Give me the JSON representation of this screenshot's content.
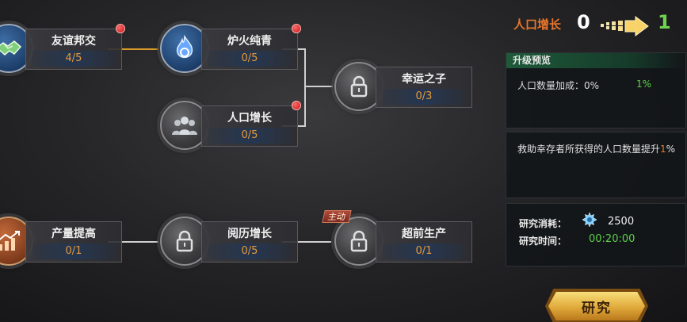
{
  "tree": {
    "nodes": [
      {
        "id": "friendship",
        "name": "友谊邦交",
        "level": "4/5",
        "icon": "handshake-icon",
        "red_dot": true,
        "locked": false
      },
      {
        "id": "hearth",
        "name": "炉火纯青",
        "level": "0/5",
        "icon": "flame-icon",
        "red_dot": true,
        "locked": false
      },
      {
        "id": "population",
        "name": "人口增长",
        "level": "0/5",
        "icon": "people-icon",
        "red_dot": true,
        "locked": false
      },
      {
        "id": "lucky",
        "name": "幸运之子",
        "level": "0/3",
        "icon": "lock-icon",
        "red_dot": false,
        "locked": true
      },
      {
        "id": "output",
        "name": "产量提高",
        "level": "0/1",
        "icon": "chart-up-icon",
        "red_dot": false,
        "locked": false
      },
      {
        "id": "experience",
        "name": "阅历增长",
        "level": "0/5",
        "icon": "lock-icon",
        "red_dot": false,
        "locked": true
      },
      {
        "id": "advance",
        "name": "超前生产",
        "level": "0/1",
        "icon": "lock-icon",
        "red_dot": false,
        "locked": true,
        "tag": "主动"
      }
    ]
  },
  "detail": {
    "title": "人口增长",
    "from_level": "0",
    "to_level": "1",
    "preview_title": "升级预览",
    "stat_label": "人口数量加成：0%",
    "stat_next": "1%",
    "desc_main": "救助幸存者所获得的人口数量提升",
    "desc_value": "1",
    "desc_suffix": "%",
    "cost_label": "研究消耗：",
    "cost_value": "2500",
    "time_label": "研究时间：",
    "time_value": "00:20:00",
    "button_label": "研究"
  },
  "colors": {
    "accent": "#e8762a",
    "green": "#5ed04a",
    "gold": "#e0a93a",
    "alert": "#c41414"
  }
}
